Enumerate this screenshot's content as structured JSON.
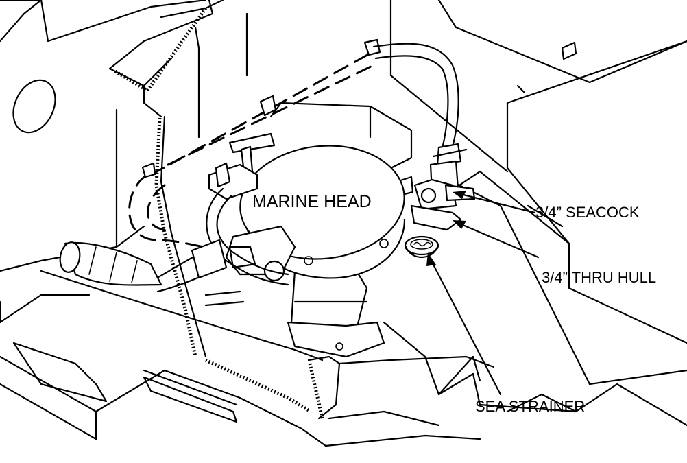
{
  "labels": {
    "marine_head": "MARINE HEAD",
    "seacock": "3/4” SEACOCK",
    "thru_hull": "3/4” THRU HULL",
    "sea_strainer": "SEA STRAINER"
  }
}
